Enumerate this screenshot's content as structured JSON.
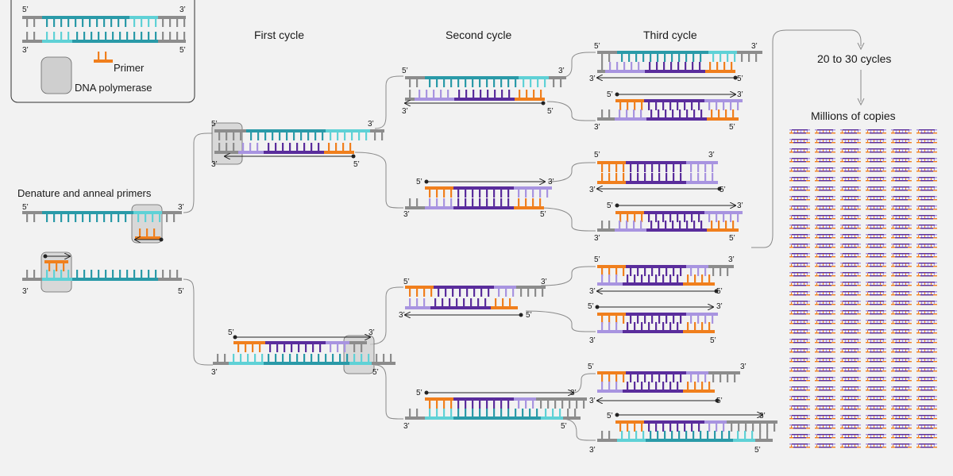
{
  "stages": {
    "denature": "Denature and anneal primers",
    "first": "First cycle",
    "second": "Second cycle",
    "third": "Third cycle",
    "repeat": "20 to 30 cycles",
    "result": "Millions of copies"
  },
  "legend": {
    "primer": "Primer",
    "polymerase": "DNA polymerase"
  },
  "strand_ends": {
    "five": "5’",
    "three": "3’"
  },
  "colors": {
    "background": "#f2f2f2",
    "template_gray": "#8c8c8c",
    "template_teal": "#5fd1d6",
    "template_teal_dark": "#2a9aa8",
    "primer_orange": "#f07f1d",
    "copy_purple_light": "#a894e0",
    "copy_purple_dark": "#5a2d9c",
    "polymerase_box": "#cfcfcf",
    "line": "#8a8a8a"
  },
  "icons": {
    "polymerase": "rounded-gray-box",
    "extension": "arrow-right",
    "strand": "comb-strand"
  }
}
